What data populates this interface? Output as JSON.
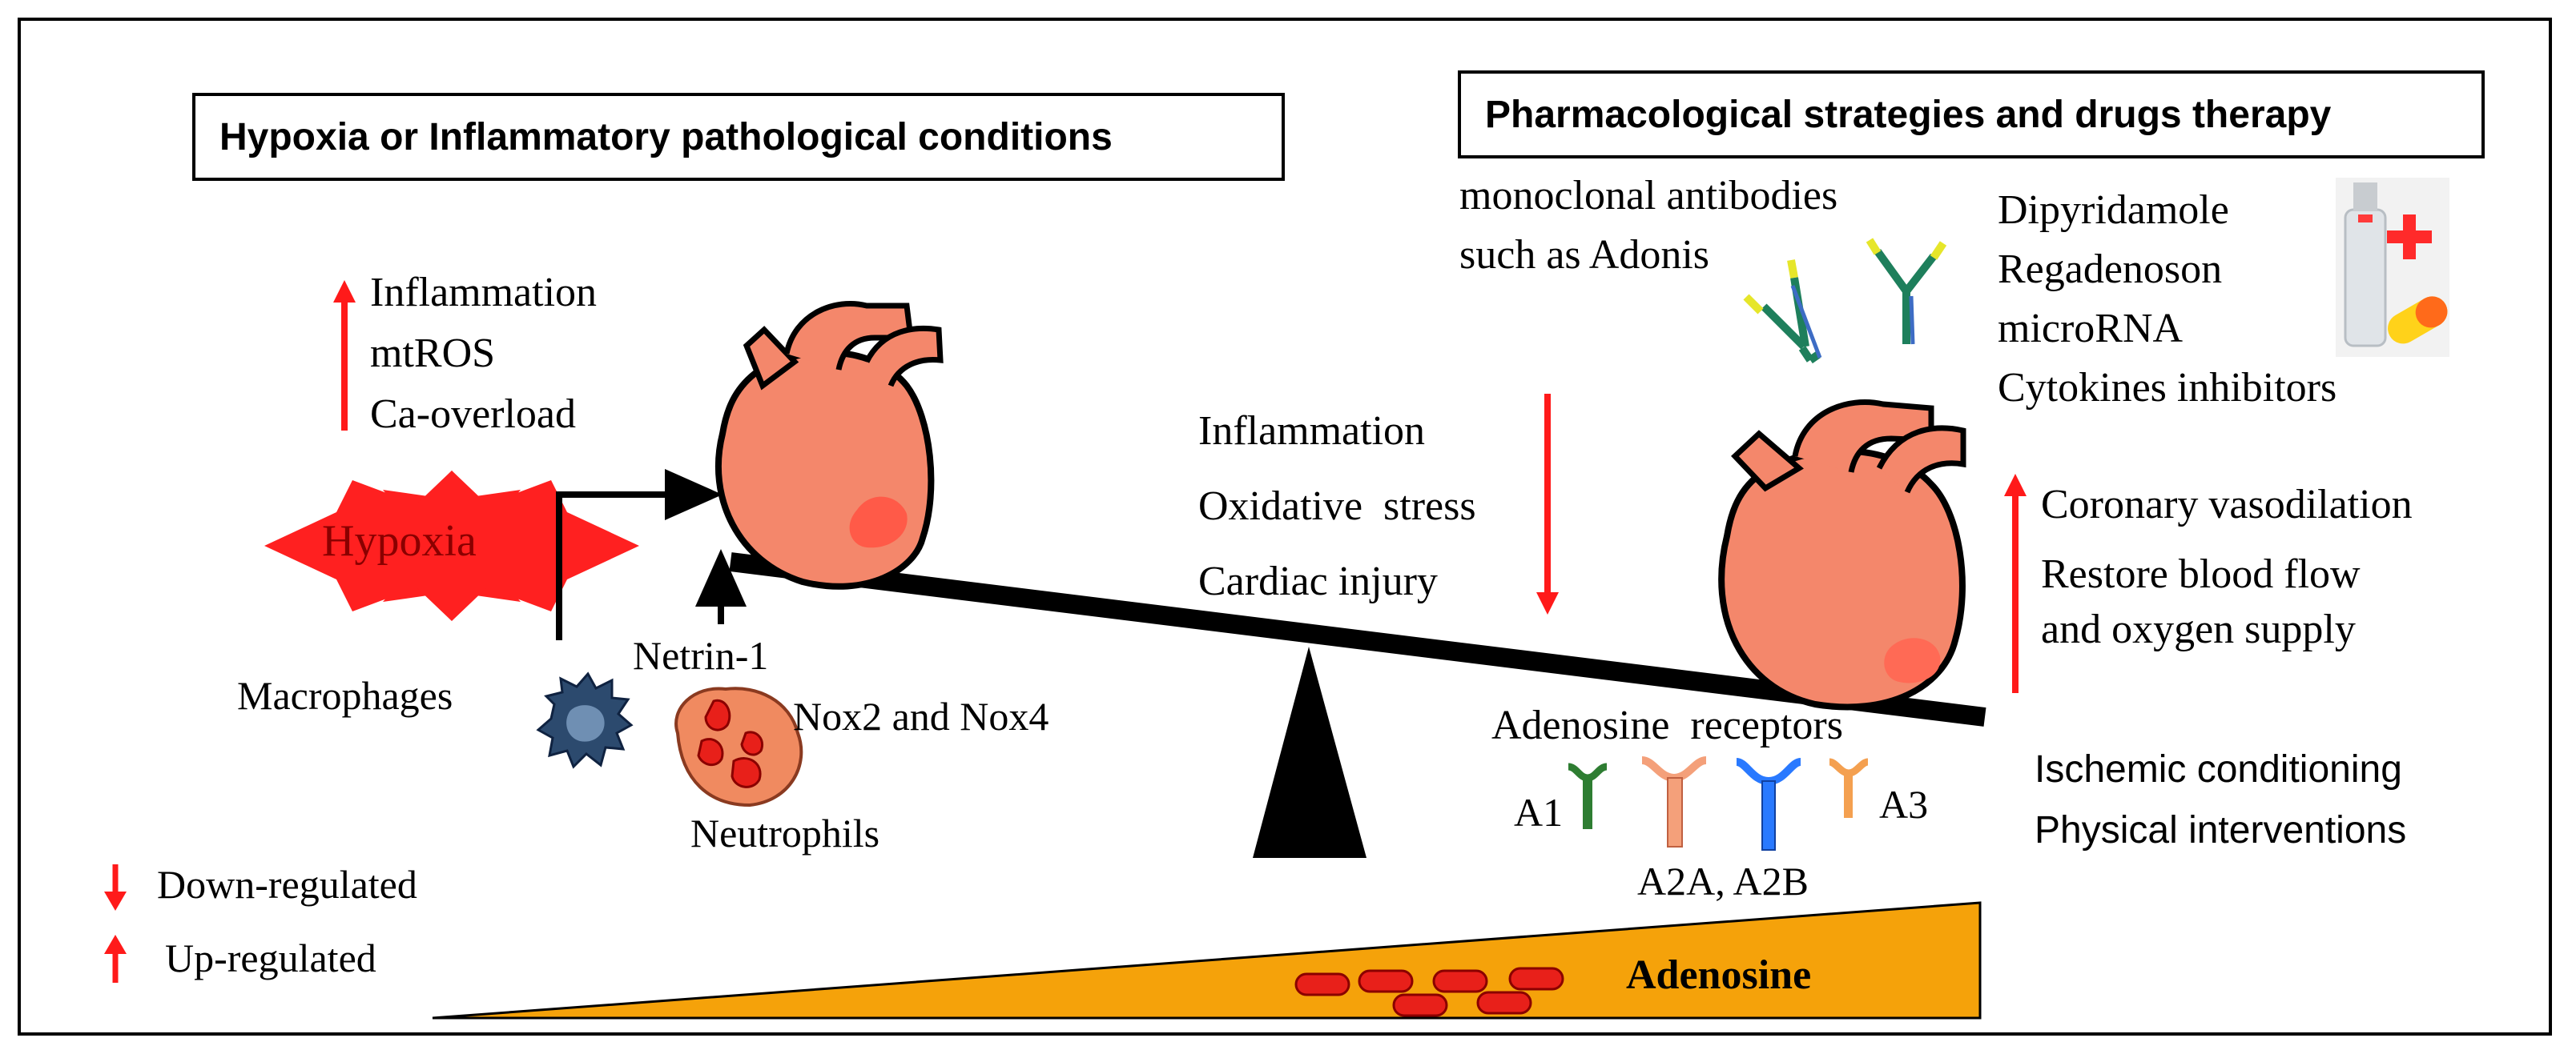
{
  "left_header": "Hypoxia or Inflammatory pathological conditions",
  "right_header": "Pharmacological strategies and drugs therapy",
  "left_up_list": [
    "Inflammation",
    "mtROS",
    "Ca-overload"
  ],
  "hypoxia_label": "Hypoxia",
  "netrin_label": "Netrin-1",
  "macrophages_label": "Macrophages",
  "nox_label": "Nox2 and Nox4",
  "neutrophils_label": "Neutrophils",
  "legend": {
    "down": "Down-regulated",
    "up": "Up-regulated"
  },
  "center_down_list": [
    "Inflammation",
    "Oxidative  stress",
    "Cardiac injury"
  ],
  "antibodies_text": [
    "monoclonal antibodies",
    "such as Adonis"
  ],
  "drug_list": [
    "Dipyridamole",
    "Regadenoson",
    "microRNA",
    "Cytokines inhibitors"
  ],
  "right_up_list": [
    "Coronary vasodilation",
    "Restore blood flow",
    "and oxygen supply"
  ],
  "receptors_title": "Adenosine  receptors",
  "receptor_labels": {
    "a1": "A1",
    "a3": "A3",
    "a2ab": "A2A, A2B"
  },
  "conditioning_list": [
    "Ischemic conditioning",
    "Physical interventions"
  ],
  "adenosine_label": "Adenosine",
  "colors": {
    "arrow_red": "#ff1a1a",
    "hypoxia_star": "#ff2020",
    "heart_fill": "#f4876b",
    "wedge_orange": "#f5a20a",
    "rbc_red": "#e8201a",
    "receptor_a1": "#2e7d32",
    "receptor_a2a": "#f4a07a",
    "receptor_a2b": "#2979ff",
    "receptor_a3": "#f4a050",
    "macrophage": "#2c4a6e",
    "neutrophil": "#f08a60"
  },
  "icons": [
    "heart-icon",
    "hypoxia-star-icon",
    "macrophage-icon",
    "neutrophil-icon",
    "antibody-icon",
    "drug-vial-icon",
    "receptor-icon",
    "red-blood-cell-icon",
    "seesaw-fulcrum-icon"
  ]
}
